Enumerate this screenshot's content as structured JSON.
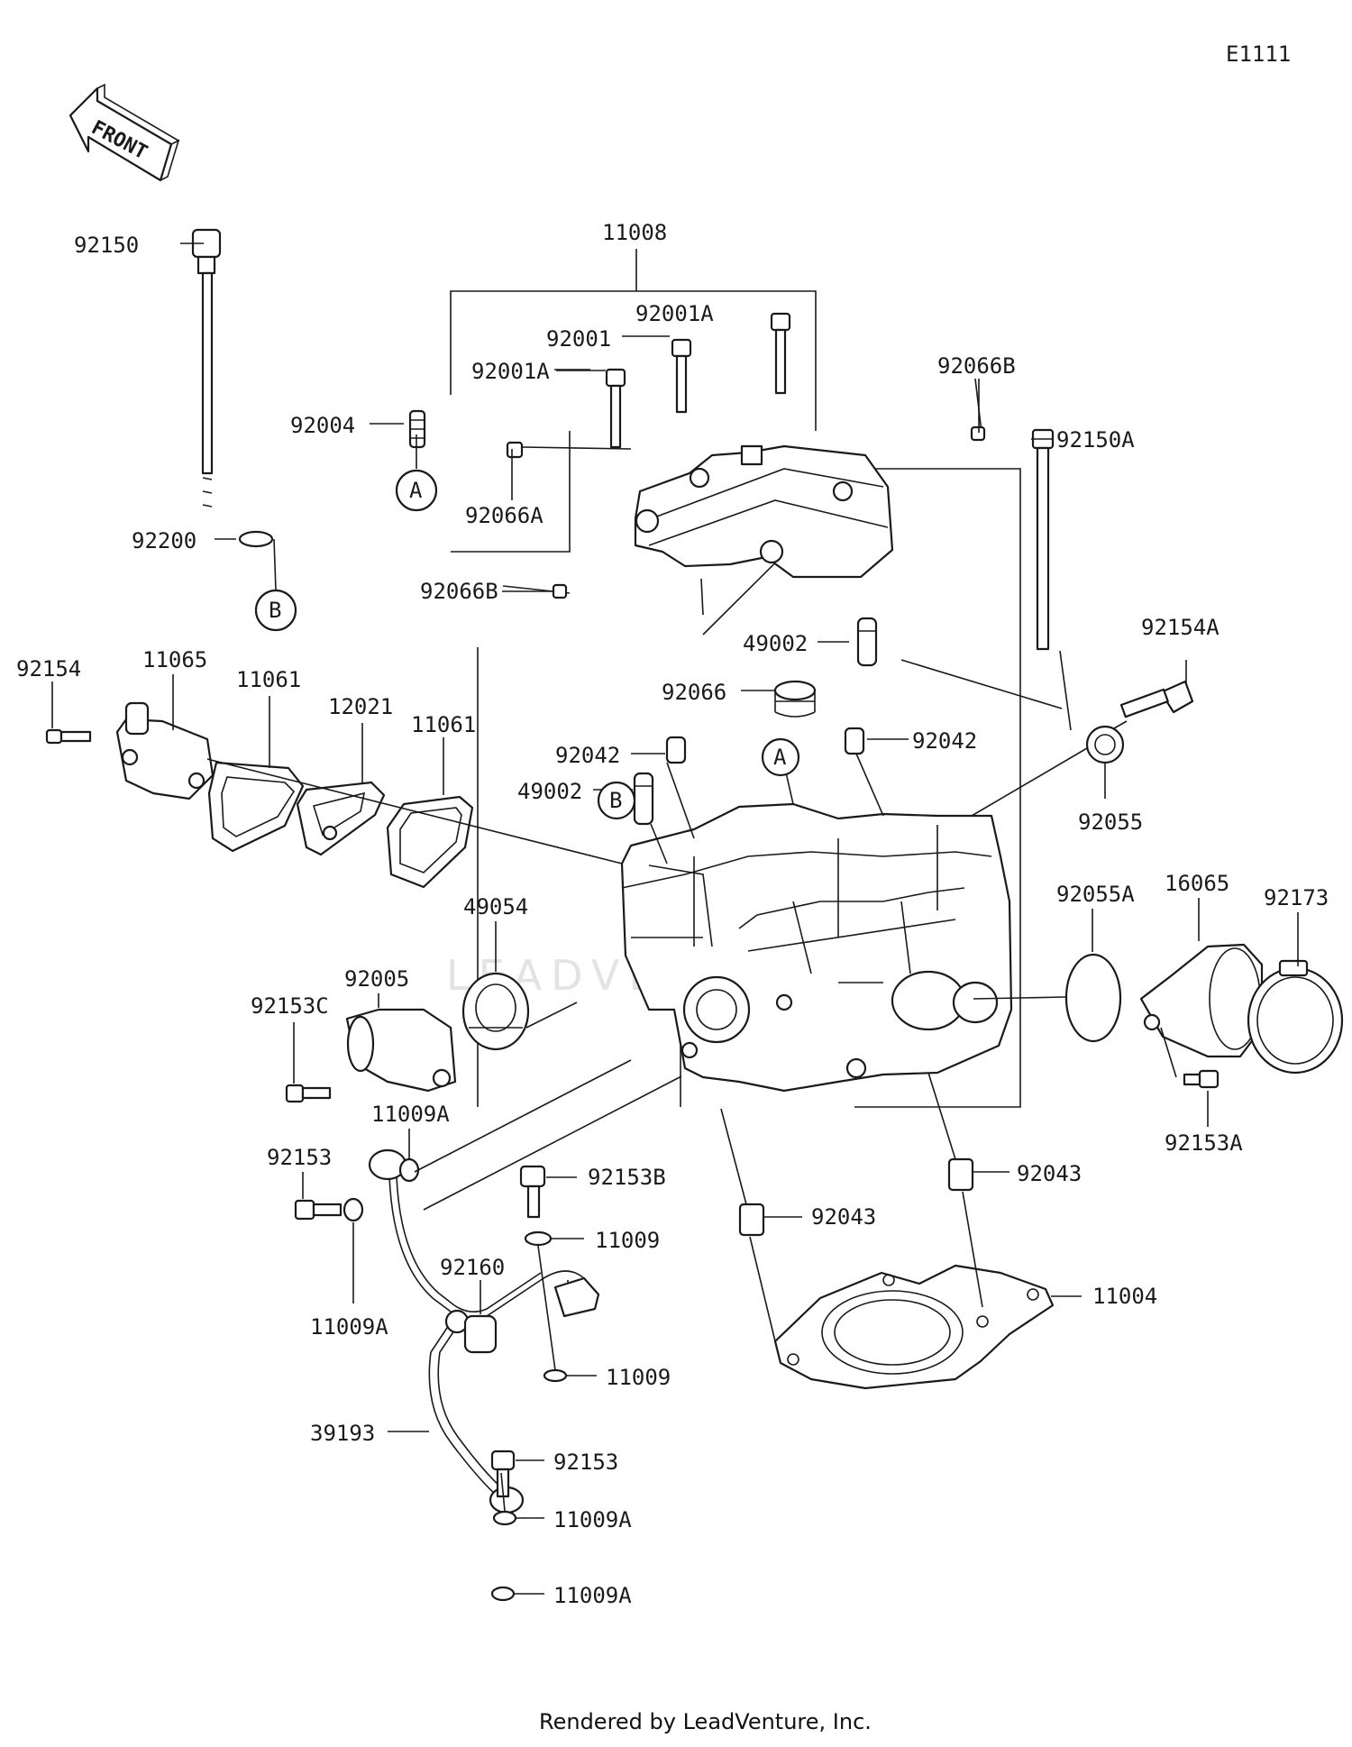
{
  "diagram_id": "E1111",
  "front_label": "FRONT",
  "footer": "Rendered by LeadVenture, Inc.",
  "watermark": "LEADVENTURE",
  "callouts": {
    "A": "A",
    "B": "B"
  },
  "parts": {
    "p11008": "11008",
    "p92001A_1": "92001A",
    "p92001": "92001",
    "p92001A_2": "92001A",
    "p92066B_1": "92066B",
    "p92150": "92150",
    "p92004": "92004",
    "p92150A": "92150A",
    "p92066A": "92066A",
    "p92200": "92200",
    "p92066B_2": "92066B",
    "p49002_1": "49002",
    "p92154A": "92154A",
    "p92154": "92154",
    "p11065": "11065",
    "p11061_1": "11061",
    "p12021": "12021",
    "p11061_2": "11061",
    "p92066": "92066",
    "p92042_1": "92042",
    "p92042_2": "92042",
    "p49002_2": "49002",
    "p92055": "92055",
    "p92055A": "92055A",
    "p16065": "16065",
    "p92173": "92173",
    "p49054": "49054",
    "p92005": "92005",
    "p92153C": "92153C",
    "p92153A": "92153A",
    "p11009A_1": "11009A",
    "p92153B": "92153B",
    "p92043_1": "92043",
    "p92153_1": "92153",
    "p92043_2": "92043",
    "p11009_1": "11009",
    "p92160": "92160",
    "p11004": "11004",
    "p11009A_2": "11009A",
    "p11009_2": "11009",
    "p39193": "39193",
    "p92153_2": "92153",
    "p11009A_3": "11009A",
    "p11009A_4": "11009A"
  }
}
